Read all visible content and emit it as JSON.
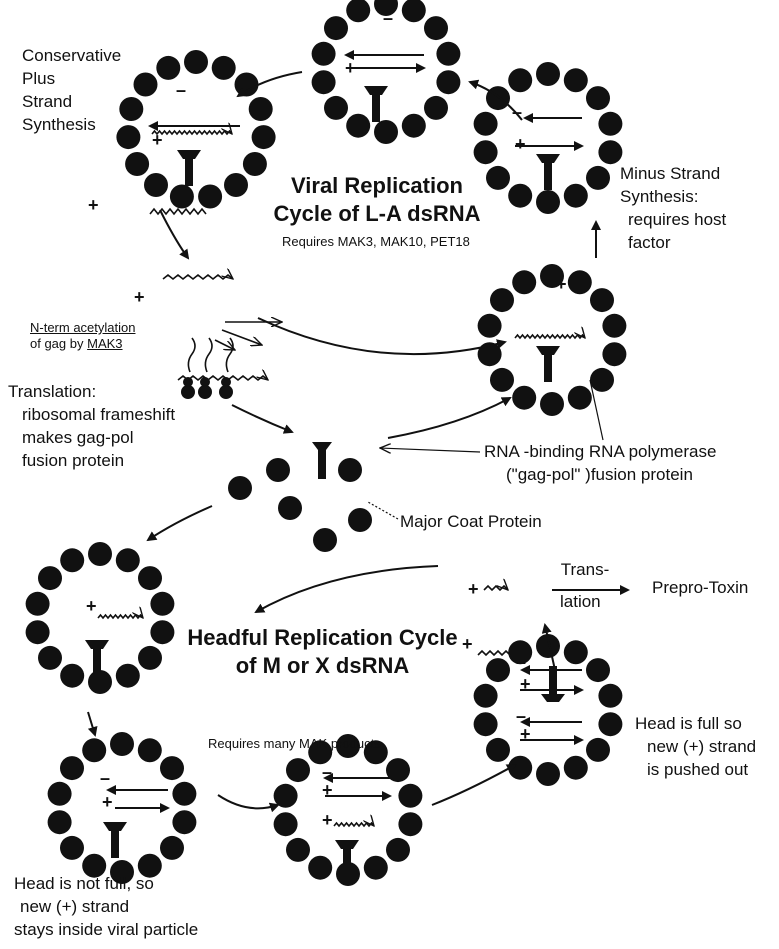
{
  "lacycle": {
    "title_line1": "Viral Replication",
    "title_line2": "Cycle of L-A dsRNA",
    "requires": "Requires MAK3, MAK10, PET18"
  },
  "steps": {
    "conservative": [
      "Conservative",
      "Plus",
      "Strand",
      "Synthesis"
    ],
    "minus_strand": [
      "Minus Strand",
      "Synthesis:",
      "requires host",
      "factor"
    ],
    "nterm_line1": "N-term acetylation",
    "nterm_line2_pre": "of gag by ",
    "nterm_line2_gene": "MAK3",
    "translation": [
      "Translation:",
      "ribosomal frameshift",
      "makes gag-pol",
      "fusion  protein"
    ],
    "polymerase_line1": "RNA -binding RNA polymerase",
    "polymerase_line2": "(\"gag-pol\" )fusion protein",
    "coat": "Major Coat Protein"
  },
  "headful": {
    "title_line1": "Headful Replication Cycle",
    "title_line2": "of M or X dsRNA",
    "requires": "Requires many MAK products",
    "trans_top": "Trans-",
    "trans_bottom": "lation",
    "toxin": "Prepro-Toxin",
    "full": [
      "Head is full so",
      "new (+) strand",
      "is pushed out"
    ],
    "notfull": [
      "Head is not full, so",
      "new (+) strand",
      "stays inside viral particle"
    ]
  },
  "symbols": {
    "plus": "+",
    "minus": "–"
  }
}
